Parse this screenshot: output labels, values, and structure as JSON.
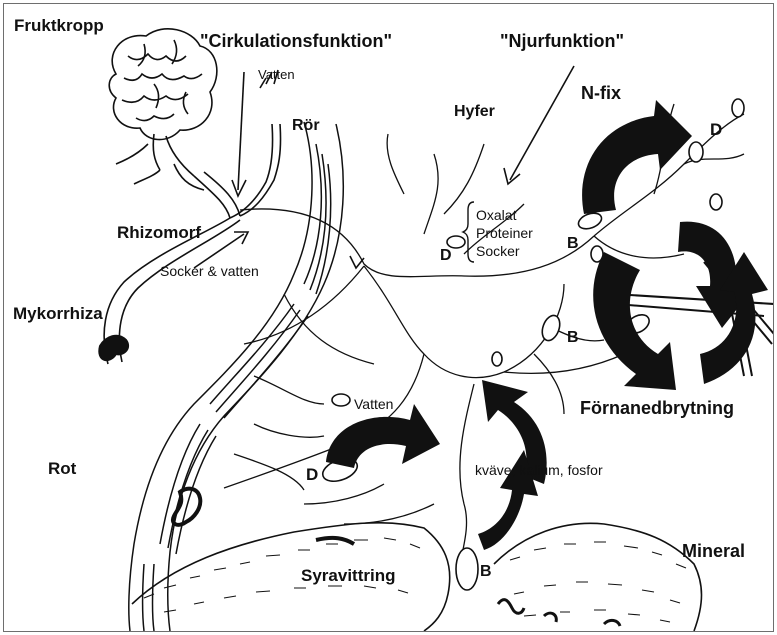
{
  "labels": {
    "fruktkropp": "Fruktkropp",
    "cirkulation": "\"Cirkulationsfunktion\"",
    "njur": "\"Njurfunktion\"",
    "vatten_top": "Vatten",
    "ror": "Rör",
    "hyfer": "Hyfer",
    "nfix": "N-fix",
    "rhizomorf": "Rhizomorf",
    "socker_vatten": "Socker & vatten",
    "oxalat": "Oxalat",
    "proteiner": "Proteiner",
    "socker": "Socker",
    "d_upper": "D",
    "d_mid": "D",
    "d_lower": "D",
    "b_upper": "B",
    "b_mid": "B",
    "b_lower": "B",
    "mykorrhiza": "Mykorrhiza",
    "rot": "Rot",
    "vatten_mid": "Vatten",
    "fornanedbrytning": "Förnanedbrytning",
    "naring": "kväve, kalium, fosfor",
    "mineral": "Mineral",
    "syravittring": "Syravittring"
  },
  "colors": {
    "ink": "#111111",
    "paper": "#ffffff",
    "border": "#6e6e6e"
  }
}
